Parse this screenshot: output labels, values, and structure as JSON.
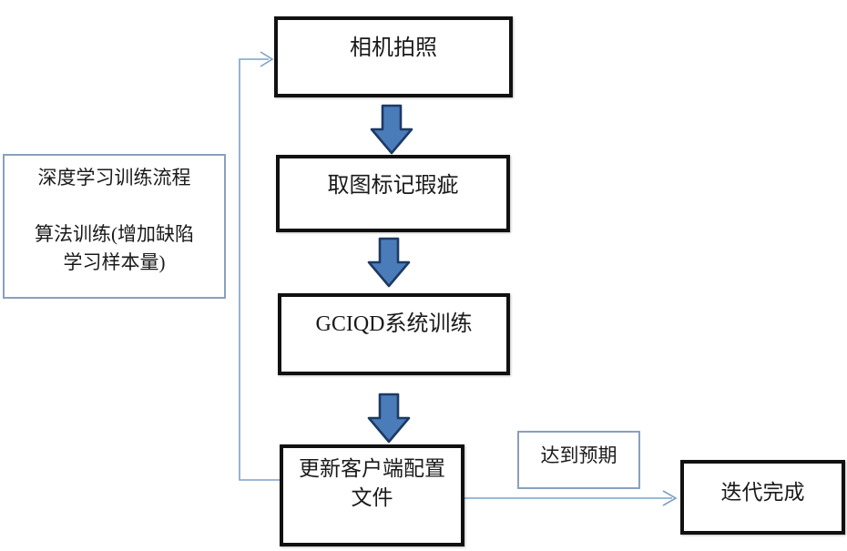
{
  "diagram": {
    "nodes": {
      "camera": {
        "label": "相机拍照"
      },
      "mark_defects": {
        "label": "取图标记瑕疵"
      },
      "system_training": {
        "label": "GCIQD系统训练"
      },
      "update_config": {
        "lines": [
          "更新客户端配置",
          "文件"
        ]
      },
      "side_note": {
        "lines": [
          "深度学习训练流程",
          "",
          "算法训练(增加缺陷",
          "学习样本量)"
        ]
      },
      "expectation": {
        "label": "达到预期"
      },
      "done": {
        "label": "迭代完成"
      }
    },
    "colors": {
      "box_border": "#111111",
      "soft_border": "#8aa0bd",
      "arrow_fill": "#4a7cba",
      "arrow_stroke": "#1c3a63",
      "connector": "#7fa0c8",
      "background": "#ffffff"
    }
  }
}
